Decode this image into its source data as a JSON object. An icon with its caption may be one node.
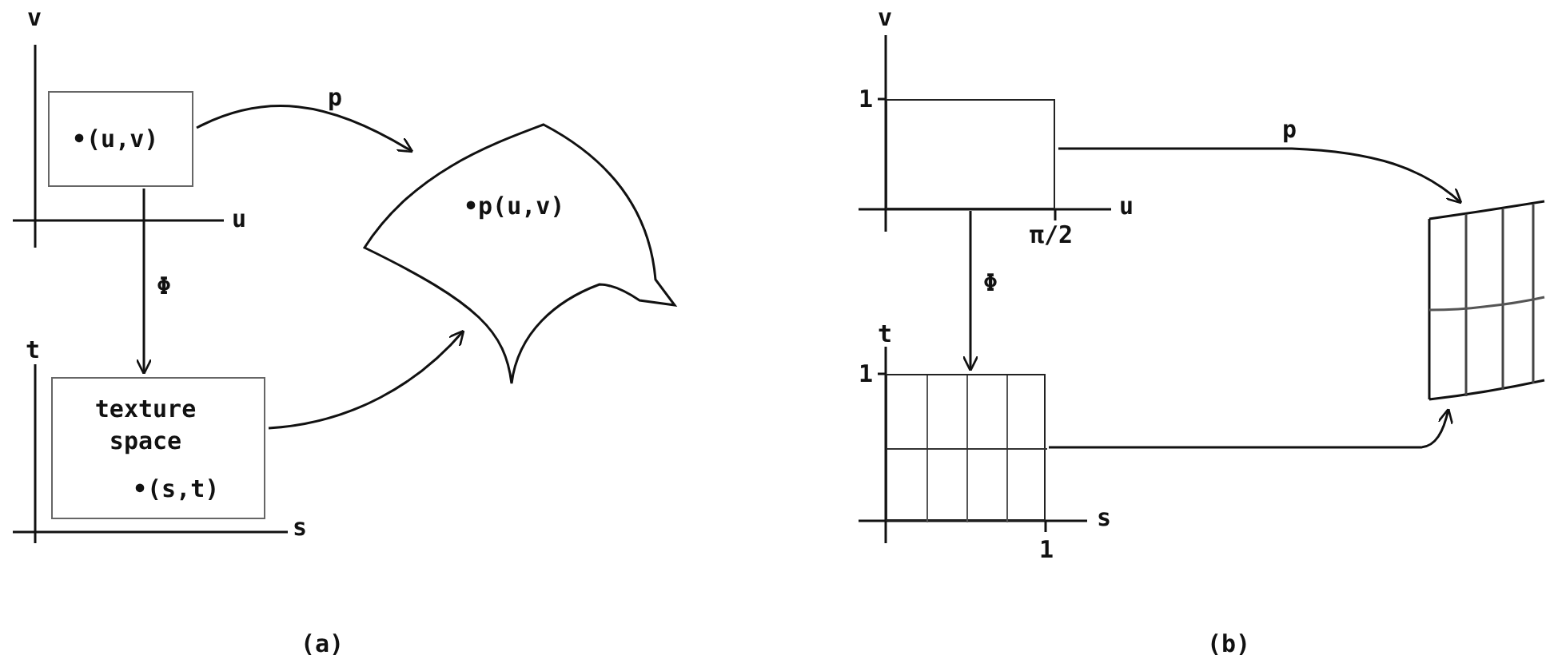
{
  "diagram": {
    "nodes": [
      {
        "text": [
          "•(u,v)"
        ]
      },
      {
        "text": [
          "texture space",
          "•(s,t)"
        ]
      },
      {
        "text": [
          "•p(u,v)"
        ]
      },
      {
        "text": [],
        "shape": "box"
      },
      {
        "text": [],
        "shape": "box"
      },
      {
        "text": [],
        "shape": "picture"
      }
    ],
    "edges": [
      {
        "from": 0,
        "to": 1,
        "arrow": "to",
        "label": "Φ"
      },
      {
        "from": 0,
        "to": 2,
        "arrow": "to",
        "label": "p"
      },
      {
        "from": 1,
        "to": 2,
        "arrow": "to"
      },
      {
        "from": 3,
        "to": 4,
        "arrow": "to",
        "label": "Φ"
      },
      {
        "from": 3,
        "to": 5,
        "arrow": "to",
        "label": "p"
      },
      {
        "from": 4,
        "to": 5,
        "arrow": "to"
      }
    ],
    "labels": [
      "v",
      "u",
      "t",
      "s",
      "v",
      "1",
      "u",
      "π/2",
      "t",
      "1",
      "s",
      "1",
      "(a)",
      "(b)"
    ]
  }
}
